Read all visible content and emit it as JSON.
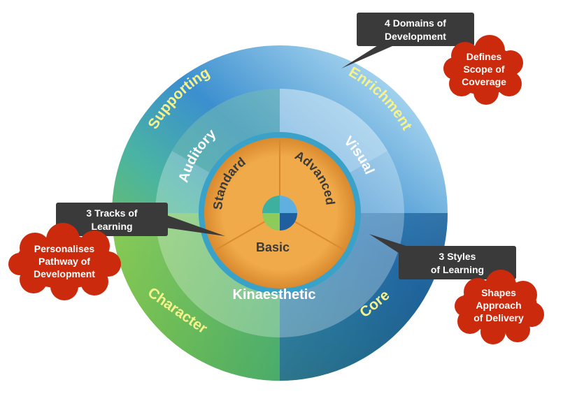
{
  "domains": {
    "supporting": "Supporting",
    "enrichment": "Enrichment",
    "core": "Core",
    "character": "Character"
  },
  "styles": {
    "auditory": "Auditory",
    "visual": "Visual",
    "kinaesthetic": "Kinaesthetic"
  },
  "tracks": {
    "standard": "Standard",
    "advanced": "Advanced",
    "basic": "Basic"
  },
  "callouts": {
    "domains": {
      "line1": "4 Domains of",
      "line2": "Development"
    },
    "tracks": {
      "line1": "3 Tracks of",
      "line2": "Learning"
    },
    "styles": {
      "line1": "3 Styles",
      "line2": "of Learning"
    }
  },
  "clouds": {
    "scope": {
      "line1": "Defines",
      "line2": "Scope of",
      "line3": "Coverage"
    },
    "pathway": {
      "line1": "Personalises",
      "line2": "Pathway of",
      "line3": "Development"
    },
    "delivery": {
      "line1": "Shapes",
      "line2": "Approach",
      "line3": "of Delivery"
    }
  },
  "colors": {
    "callout_bg": "#3a3a3a",
    "cloud_red": "#cc2a0c",
    "track_orange": "#e8a040",
    "domain_text": "#f7f28a"
  }
}
